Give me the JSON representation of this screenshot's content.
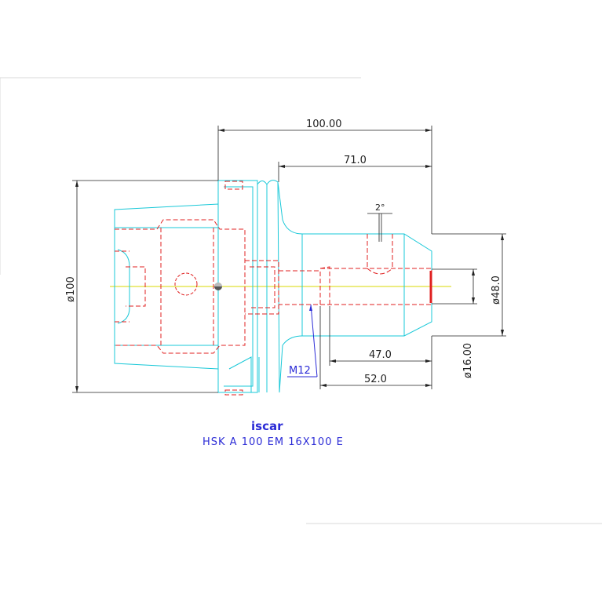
{
  "drawing": {
    "dimensions": {
      "total_length": "100.00",
      "length_71": "71.0",
      "angle": "2°",
      "diameter_100": "ø100",
      "diameter_48": "ø48.0",
      "diameter_16": "ø16.00",
      "length_47": "47.0",
      "length_52": "52.0",
      "thread": "M12"
    },
    "logo_text": "iscar",
    "title": "HSK A 100 EM 16X100 E"
  },
  "colors": {
    "body_outline": "#19c8d8",
    "hidden_lines": "#e02020",
    "dimension_lines": "#222222",
    "center_line": "#d8d800",
    "annotation": "#2b2bd6"
  }
}
